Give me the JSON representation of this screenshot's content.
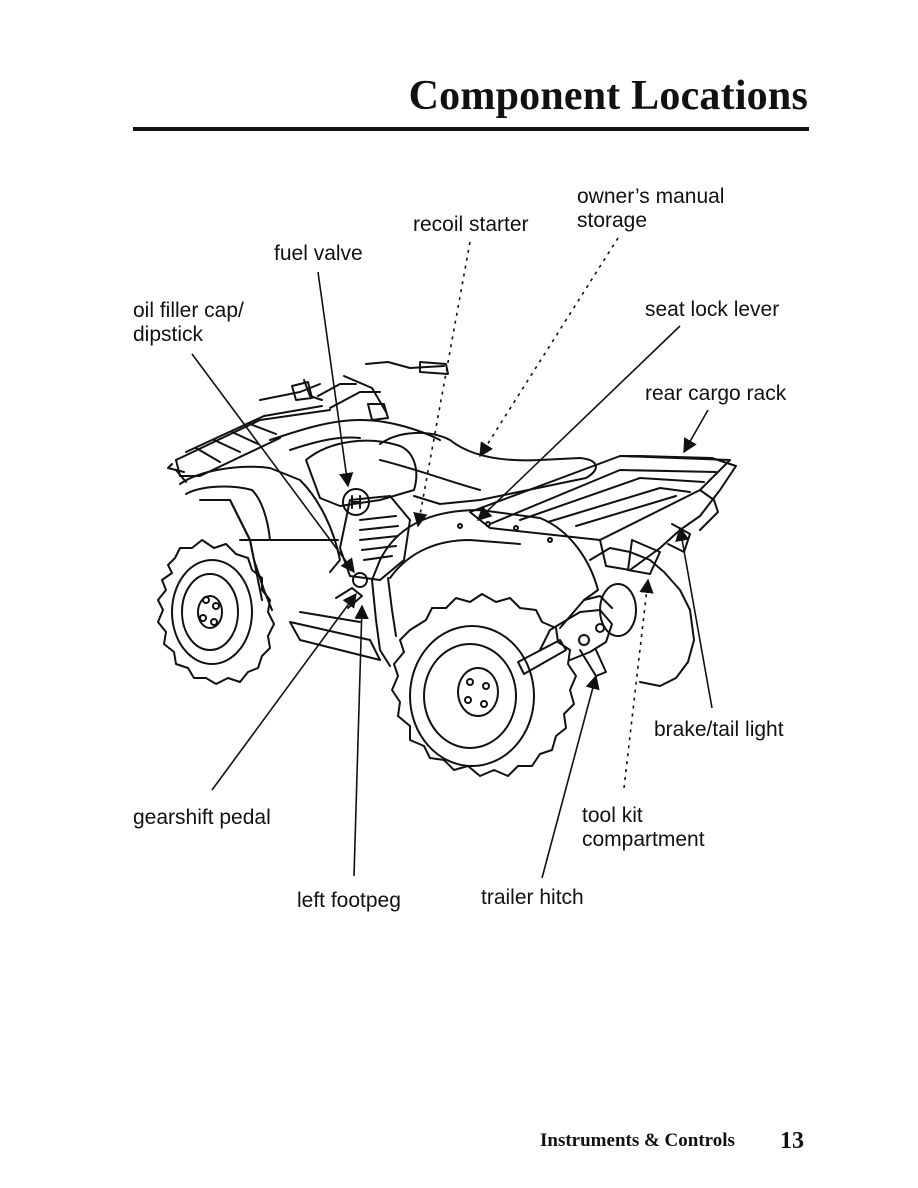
{
  "page": {
    "title": "Component Locations",
    "footer_section": "Instruments & Controls",
    "page_number": "13"
  },
  "labels": {
    "owners_manual_line1": "owner’s manual",
    "owners_manual_line2": "storage",
    "recoil_starter": "recoil starter",
    "fuel_valve": "fuel valve",
    "oil_filler_line1": "oil filler cap/",
    "oil_filler_line2": "dipstick",
    "seat_lock_lever": "seat lock lever",
    "rear_cargo_rack": "rear cargo rack",
    "brake_tail_light": "brake/tail light",
    "gearshift_pedal": "gearshift pedal",
    "tool_kit_line1": "tool kit",
    "tool_kit_line2": "compartment",
    "left_footpeg": "left footpeg",
    "trailer_hitch": "trailer hitch"
  },
  "illustration": {
    "subject": "atv-left-rear-view",
    "icon": "honda-wing-emblem"
  }
}
